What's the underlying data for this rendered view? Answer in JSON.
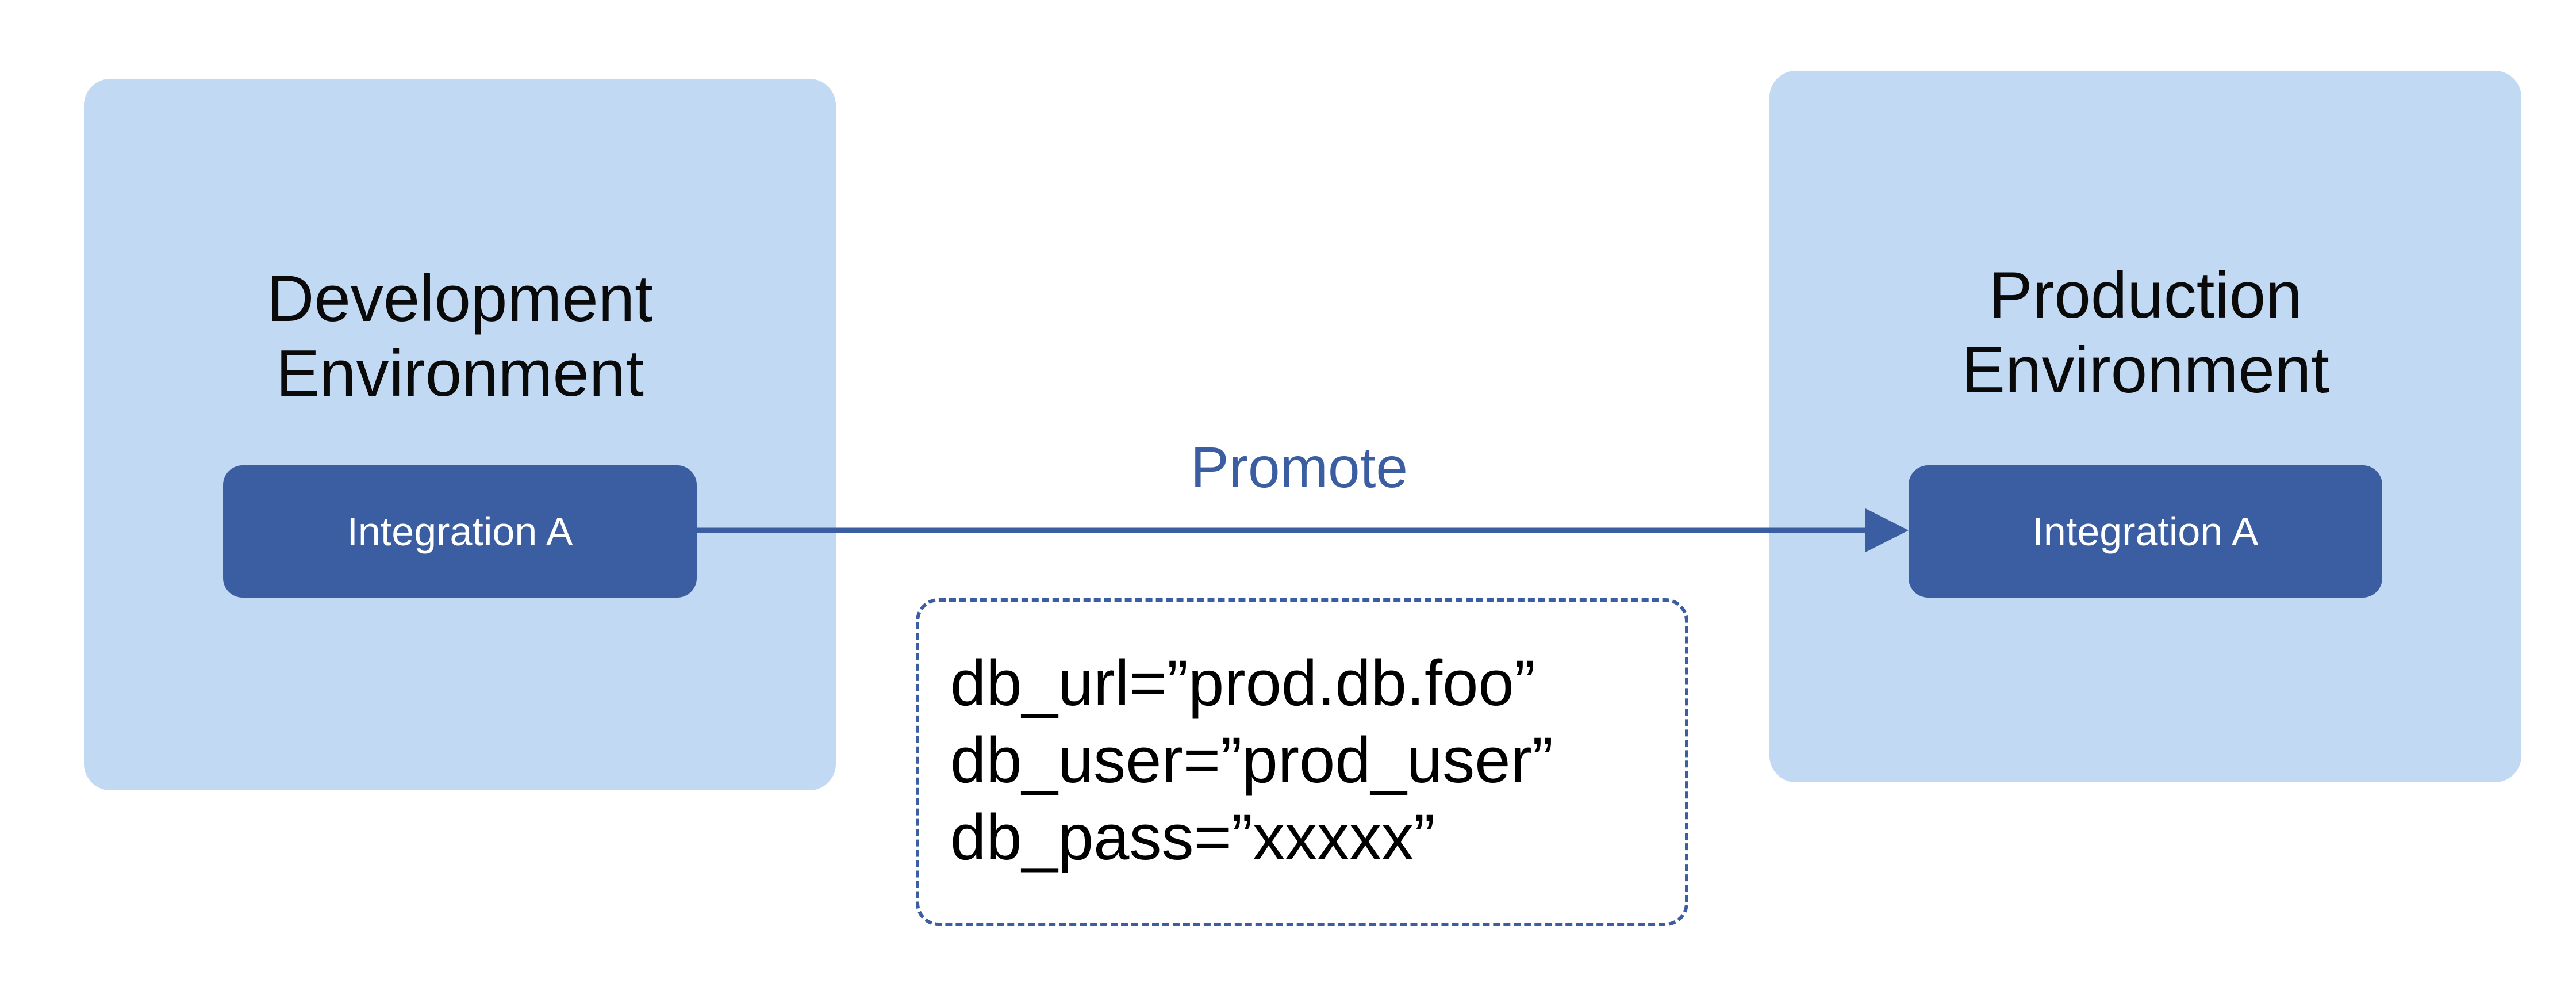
{
  "environments": {
    "development": {
      "title": "Development\nEnvironment",
      "integration_label": "Integration A"
    },
    "production": {
      "title": "Production\nEnvironment",
      "integration_label": "Integration A"
    }
  },
  "arrow": {
    "label": "Promote"
  },
  "config": {
    "lines": [
      "db_url=”prod.db.foo”",
      "db_user=”prod_user”",
      "db_pass=”xxxxx”"
    ]
  },
  "colors": {
    "environment_fill": "#c2d9f3",
    "integration_fill": "#3b5ea3",
    "accent": "#3b5ea3",
    "text_dark": "#0a0a0a",
    "background": "#ffffff"
  }
}
